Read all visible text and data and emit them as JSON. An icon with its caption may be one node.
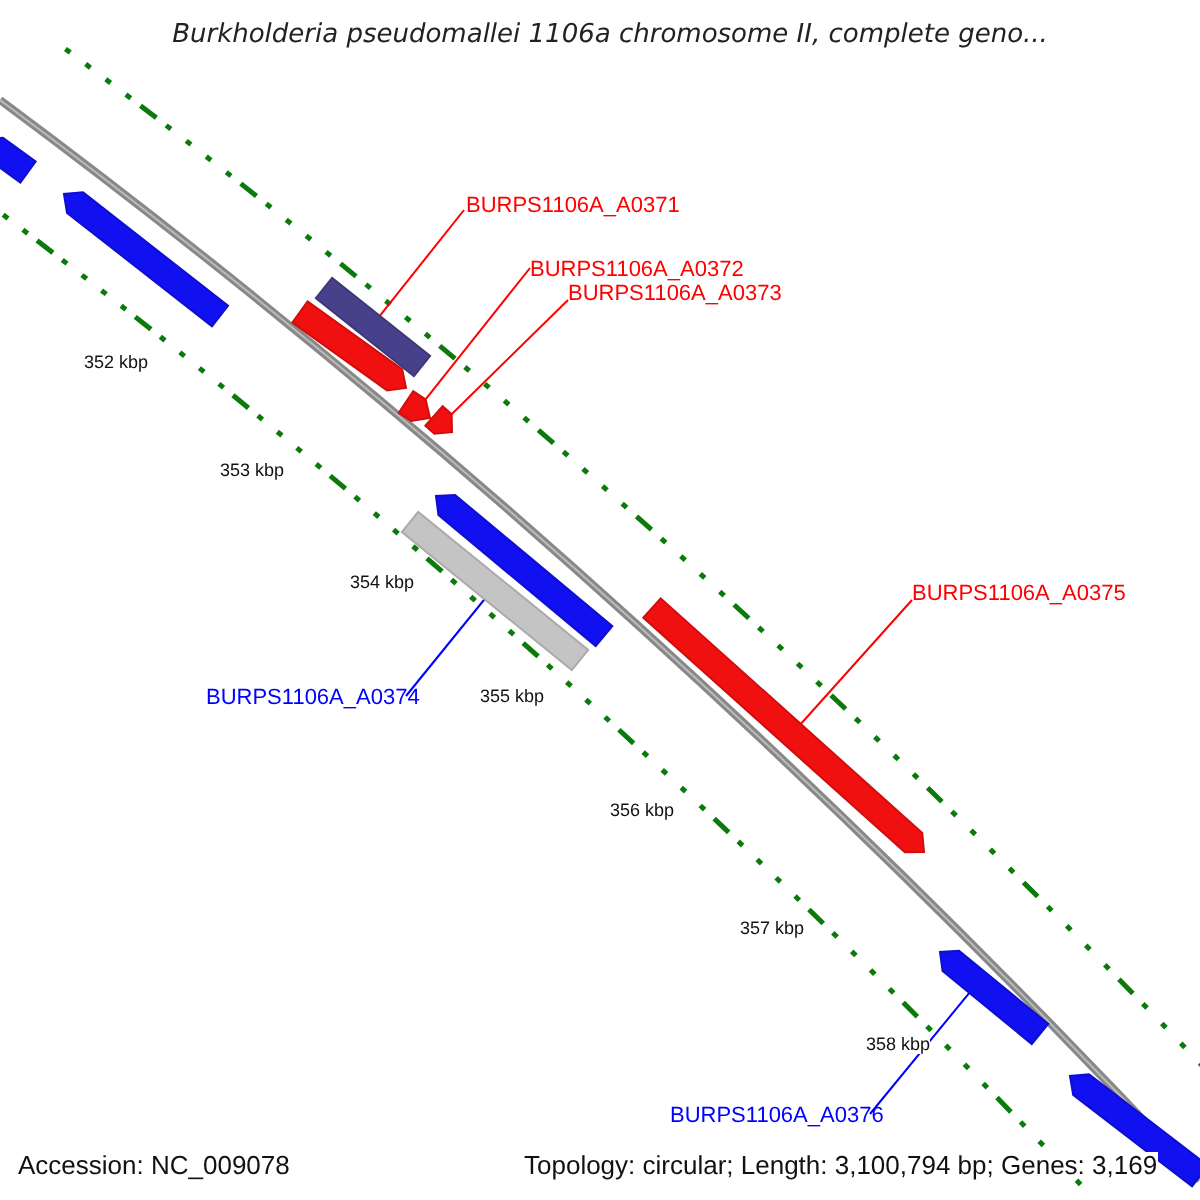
{
  "diagram": {
    "title": "Burkholderia pseudomallei 1106a chromosome II, complete geno...",
    "nodes": [
      {
        "text": [
          "BURPS1106A_A0371"
        ]
      },
      {
        "text": [
          "BURPS1106A_A0372"
        ]
      },
      {
        "text": [
          "BURPS1106A_A0373"
        ]
      },
      {
        "text": [
          "BURPS1106A_A0375"
        ]
      },
      {
        "text": [
          "BURPS1106A_A0374"
        ]
      },
      {
        "text": [
          "BURPS1106A_A0376"
        ]
      },
      {
        "text": [],
        "shape": "bar"
      },
      {
        "text": [],
        "shape": "bar"
      },
      {
        "text": [],
        "shape": "bar"
      },
      {
        "text": [],
        "shape": "bar"
      },
      {
        "text": [],
        "shape": "bar"
      },
      {
        "text": [],
        "shape": "bar"
      },
      {
        "text": [],
        "shape": "bar"
      },
      {
        "text": [],
        "shape": "bar"
      },
      {
        "text": [],
        "shape": "bar"
      },
      {
        "text": [],
        "shape": "bar"
      },
      {
        "text": [],
        "shape": "bar"
      }
    ],
    "edges": [
      {
        "from": 0,
        "to": 8,
        "arrow": "none"
      },
      {
        "from": 1,
        "to": 10,
        "arrow": "none"
      },
      {
        "from": 2,
        "to": 11,
        "arrow": "none"
      },
      {
        "from": 3,
        "to": 14,
        "arrow": "none"
      },
      {
        "from": 4,
        "to": 13,
        "arrow": "none",
        "color": "#0000ff"
      },
      {
        "from": 5,
        "to": 15,
        "arrow": "none",
        "color": "#0000ff"
      }
    ],
    "labels": [
      "352 kbp",
      "353 kbp",
      "354 kbp",
      "355 kbp",
      "356 kbp",
      "357 kbp",
      "358 kbp",
      "Accession: NC_009078",
      "Topology: circular; Length: 3,100,794 bp; Genes: 3,169"
    ]
  }
}
